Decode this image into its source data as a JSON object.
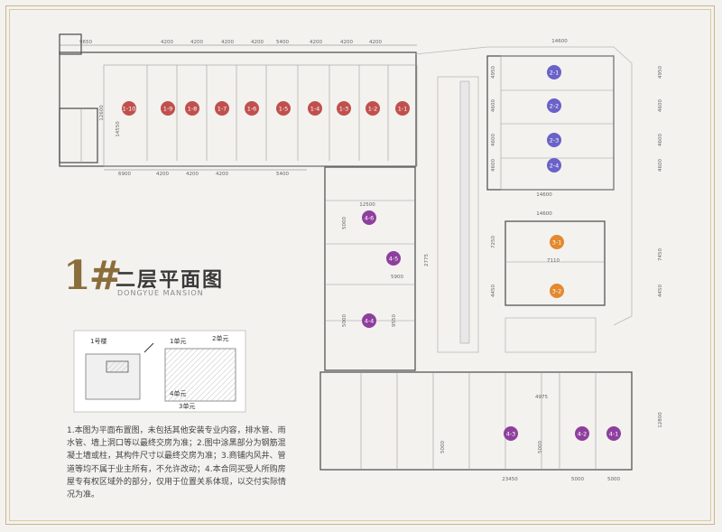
{
  "title": {
    "number": "1#",
    "cn": "二层平面图",
    "en": "DONGYUE MANSION"
  },
  "key_plan": {
    "building_label": "1号楼",
    "unit_labels": [
      "1单元",
      "2单元",
      "4单元",
      "3单元"
    ]
  },
  "notes": "1.本图为平面布置图，未包括其他安装专业内容，排水管、雨水管、墙上洞口等以最终交房为准；2.图中涂黑部分为钢筋混凝土墙或柱，其构件尺寸以最终交房为准；3.商铺内风井、管道等均不属于业主所有，不允许改动；4.本合同买受人所购房屋专有权区域外的部分，仅用于位置关系体现，以交付实际情况为准。",
  "colors": {
    "shop_1": "#c0504d",
    "shop_2": "#6a62c8",
    "shop_3": "#e3892e",
    "shop_4": "#8e3f9e",
    "frame": "#c9b58f",
    "title": "#8a6d3b"
  },
  "shops_row1": [
    "1-10",
    "1-9",
    "1-8",
    "1-7",
    "1-6",
    "1-5",
    "1-4",
    "1-3",
    "1-2",
    "1-1"
  ],
  "shops_2": [
    "2-1",
    "2-2",
    "2-3",
    "2-4"
  ],
  "shops_3": [
    "3-1",
    "3-2"
  ],
  "shops_4": [
    "4-6",
    "4-5",
    "4-4",
    "4-3",
    "4-2",
    "4-1"
  ],
  "dims": {
    "top": [
      "9650",
      "4200",
      "4200",
      "4200",
      "4200",
      "5400",
      "4200",
      "4200",
      "4200"
    ],
    "bottom": [
      "6900",
      "4200",
      "4200",
      "4200",
      "5400"
    ],
    "left": "14550",
    "inner_left": "12600",
    "right_top": "14600",
    "right_col": [
      "4950",
      "4600",
      "4600",
      "4600"
    ],
    "mid_14600": "14600",
    "mid_14600b": "14600",
    "mid_12500": "12500",
    "mid_5000": "5000",
    "mid_5900": "5900",
    "mid_2775": "2775",
    "mid_9550": "9550",
    "mid_5000b": "5000",
    "mid_7250": "7250",
    "mid_7110": "7110",
    "mid_7450": "7450",
    "mid_4450": "4450",
    "mid_4450b": "4450",
    "lower_4975": "4975",
    "lower_12800": "12800",
    "lower_23450": "23450",
    "lower_5000a": "5000",
    "lower_5000b": "5000",
    "lower_5000c": "5000",
    "lower_5000d": "5000"
  }
}
